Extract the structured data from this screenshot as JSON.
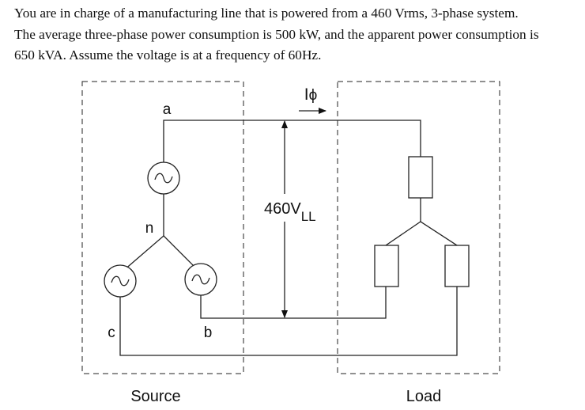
{
  "problem": {
    "lines": [
      "You are in charge of a manufacturing line that is powered from a 460 Vrms, 3-phase system.",
      "The average three-phase power consumption is 500 kW, and the apparent power consumption is",
      "650 kVA.  Assume the voltage is at a frequency of 60Hz."
    ]
  },
  "diagram": {
    "source_label": "Source",
    "load_label": "Load",
    "node_a": "a",
    "node_b": "b",
    "node_c": "c",
    "node_n": "n",
    "current_main": "I",
    "current_sub": "ϕ",
    "voltage_main": "460V",
    "voltage_sub": "LL"
  }
}
